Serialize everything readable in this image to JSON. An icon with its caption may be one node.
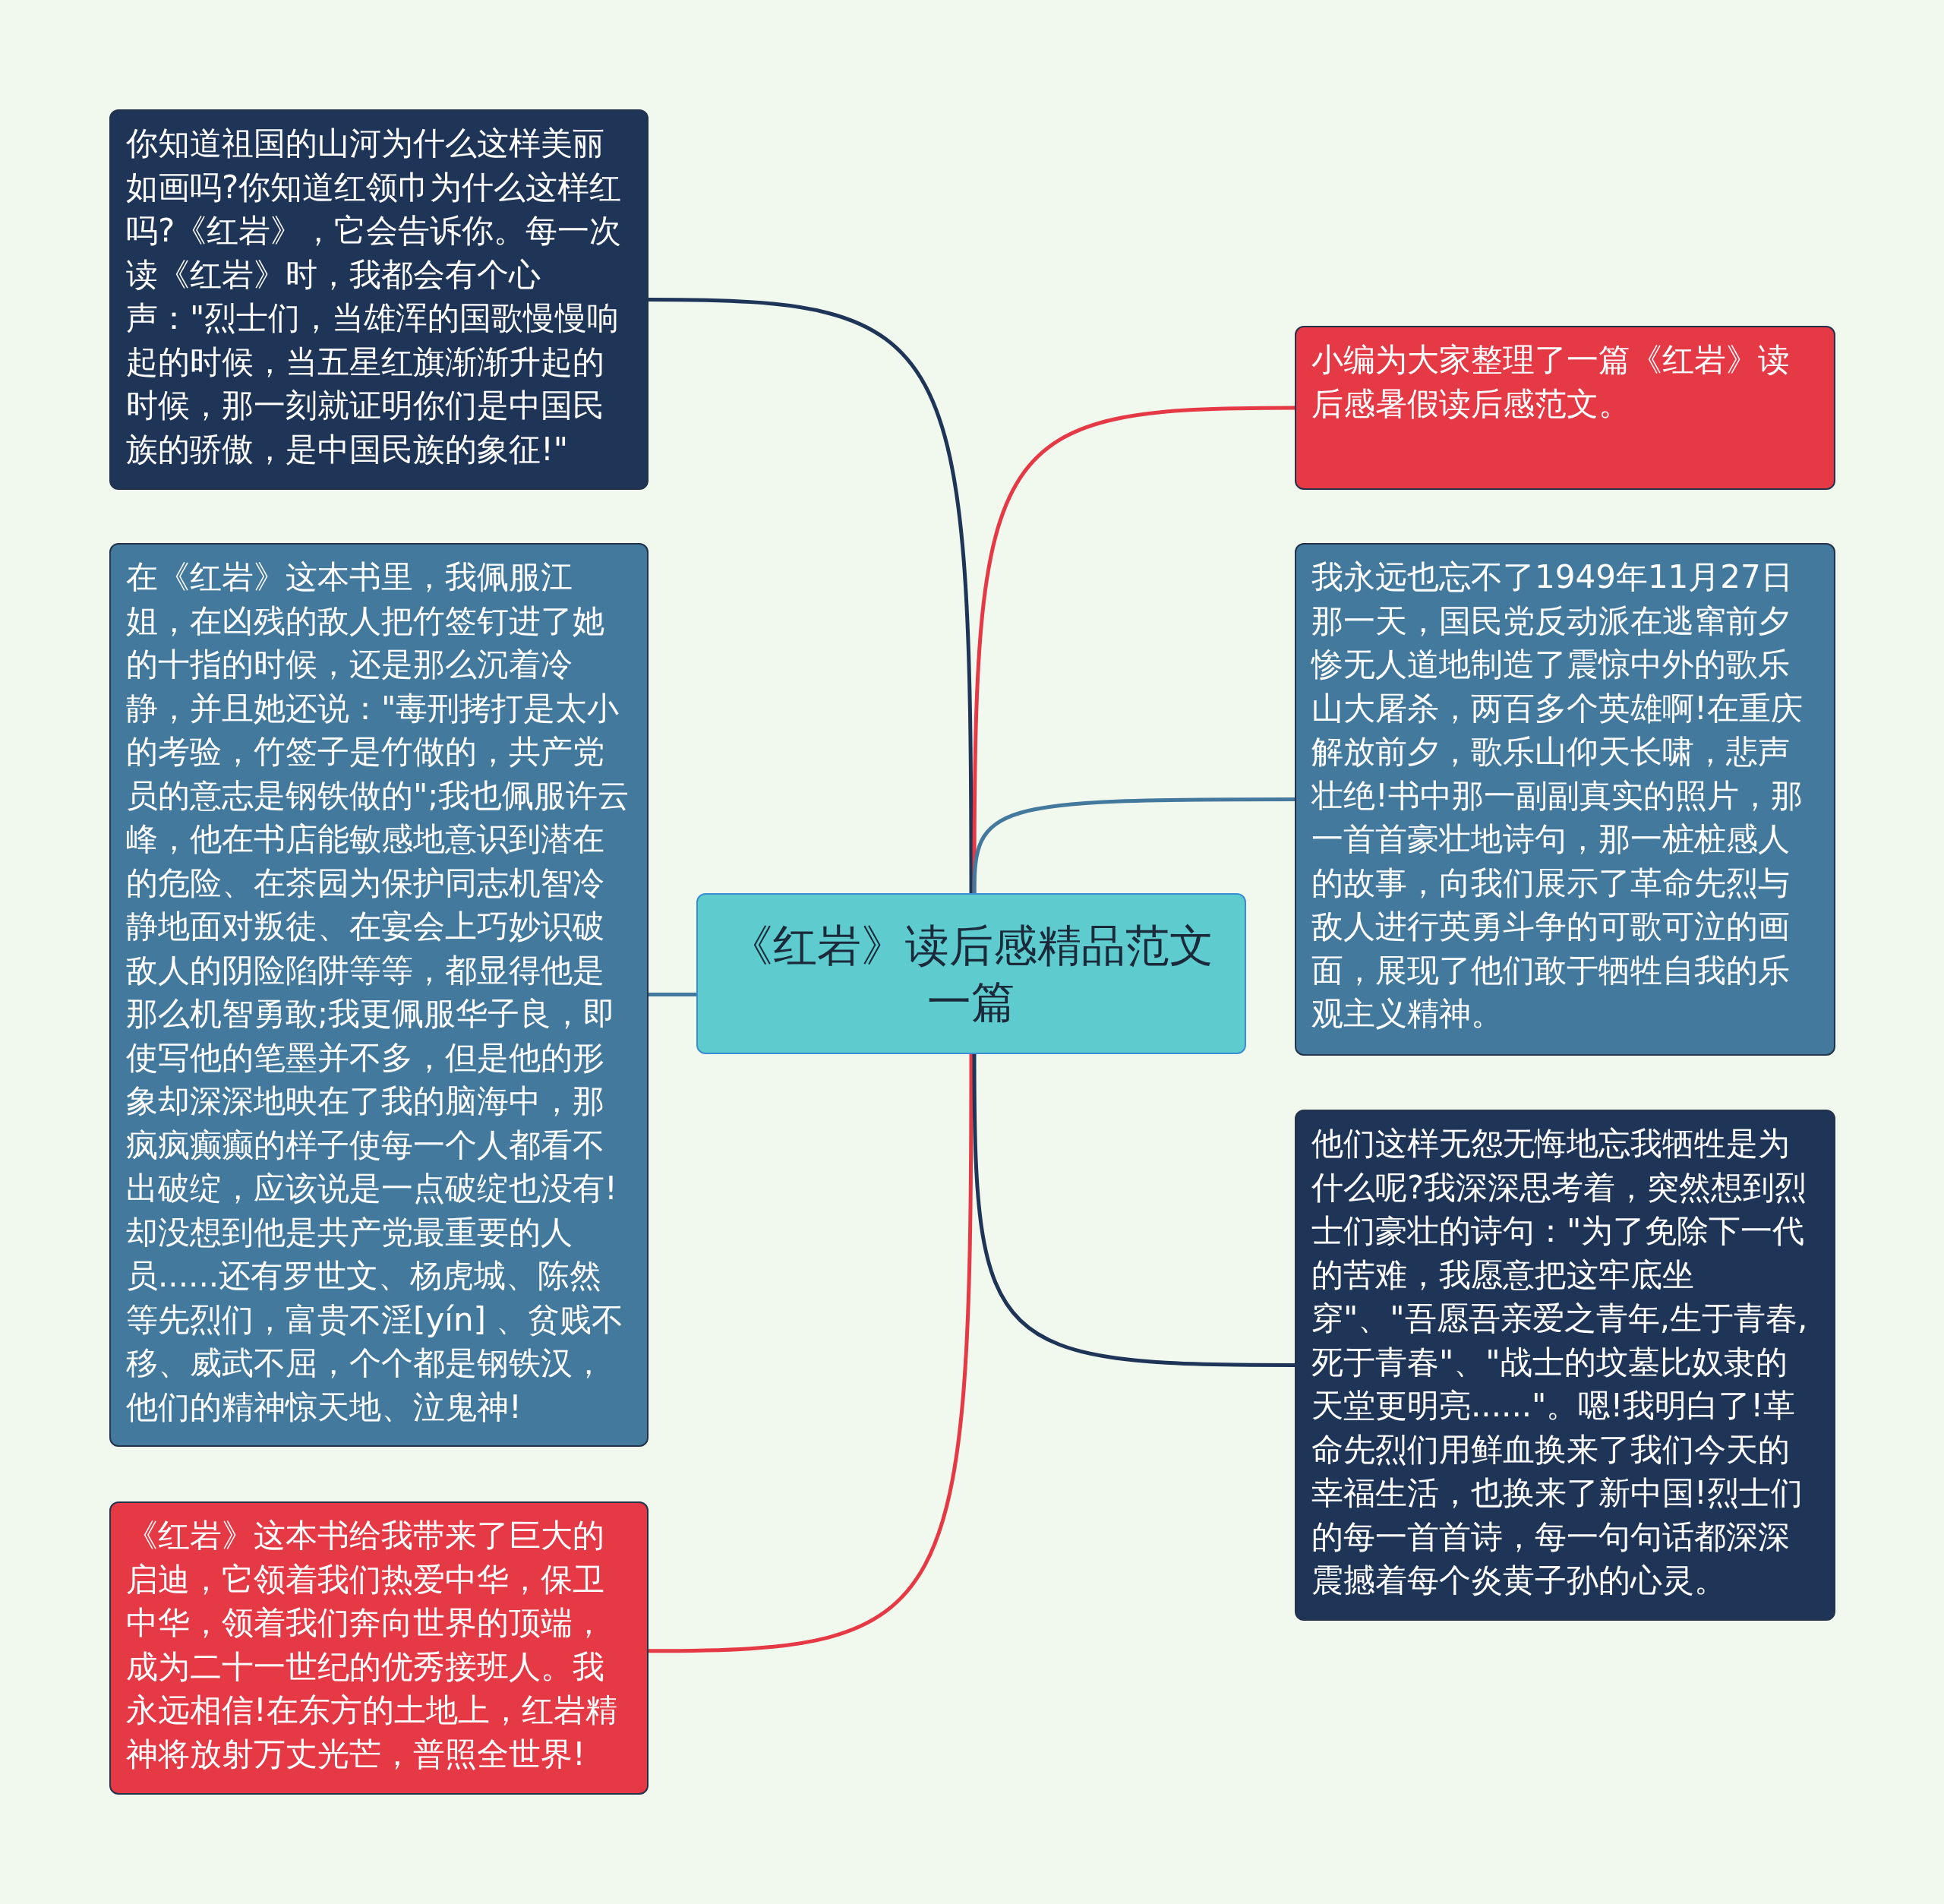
{
  "diagram": {
    "nodes": [
      {
        "text": [
          "《红岩》读后感精品范文一篇"
        ]
      },
      {
        "text": [
          "你知道祖国的山河为什么这样美丽如画吗?你知道红领巾为什么这样红吗?《红岩》，它会告诉你。每一次读《红岩》时，我都会有个心声：\"烈士们，当雄浑的国歌慢慢响起的时候，当五星红旗渐渐升起的时候，那一刻就证明你们是中国民族的骄傲，是中国民族的象征!\""
        ]
      },
      {
        "text": [
          "在《红岩》这本书里，我佩服江姐，在凶残的敌人把竹签钉进了她的十指的时候，还是那么沉着冷静，并且她还说：\"毒刑拷打是太小的考验，竹签子是竹做的，共产党员的意志是钢铁做的\";我也佩服许云峰，他在书店能敏感地意识到潜在的危险、在茶园为保护同志机智冷静地面对叛徒、在宴会上巧妙识破敌人的阴险陷阱等等，都显得他是那么机智勇敢;我更佩服华子良，即使写他的笔墨并不多，但是他的形象却深深地映在了我的脑海中，那疯疯癫癫的样子使每一个人都看不出破绽，应该说是一点破绽也没有!却没想到他是共产党最重要的人员......还有罗世文、杨虎城、陈然等先烈们，富贵不淫[yín] 、贫贱不移、威武不屈，个个都是钢铁汉，他们的精神惊天地、泣鬼神!"
        ]
      },
      {
        "text": [
          "《红岩》这本书给我带来了巨大的启迪，它领着我们热爱中华，保卫中华，领着我们奔向世界的顶端，成为二十一世纪的优秀接班人。我永远相信!在东方的土地上，红岩精神将放射万丈光芒，普照全世界!"
        ]
      },
      {
        "text": [
          "小编为大家整理了一篇《红岩》读后感暑假读后感范文。"
        ]
      },
      {
        "text": [
          "我永远也忘不了1949年11月27日那一天，国民党反动派在逃窜前夕惨无人道地制造了震惊中外的歌乐山大屠杀，两百多个英雄啊!在重庆解放前夕，歌乐山仰天长啸，悲声壮绝!书中那一副副真实的照片，那一首首豪壮地诗句，那一桩桩感人的故事，向我们展示了革命先烈与敌人进行英勇斗争的可歌可泣的画面，展现了他们敢于牺牲自我的乐观主义精神。"
        ]
      },
      {
        "text": [
          "他们这样无怨无悔地忘我牺牲是为什么呢?我深深思考着，突然想到烈士们豪壮的诗句：\"为了免除下一代的苦难，我愿意把这牢底坐穿\"、\"吾愿吾亲爱之青年,生于青春,死于青春\"、\"战士的坟墓比奴隶的天堂更明亮......\"。嗯!我明白了!革命先烈们用鲜血换来了我们今天的幸福生活，也换来了新中国!烈士们的每一首首诗，每一句句话都深深震撼着每个炎黄子孙的心灵。"
        ]
      }
    ],
    "edges": [
      {
        "from": 0,
        "to": 1,
        "arrow": "none",
        "color": "#1f3557"
      },
      {
        "from": 0,
        "to": 2,
        "arrow": "none",
        "color": "#44799e"
      },
      {
        "from": 0,
        "to": 3,
        "arrow": "none",
        "color": "#e63946"
      },
      {
        "from": 0,
        "to": 4,
        "arrow": "none",
        "color": "#e63946"
      },
      {
        "from": 0,
        "to": 5,
        "arrow": "none",
        "color": "#44799e"
      },
      {
        "from": 0,
        "to": 6,
        "arrow": "none",
        "color": "#1f3557"
      }
    ]
  }
}
